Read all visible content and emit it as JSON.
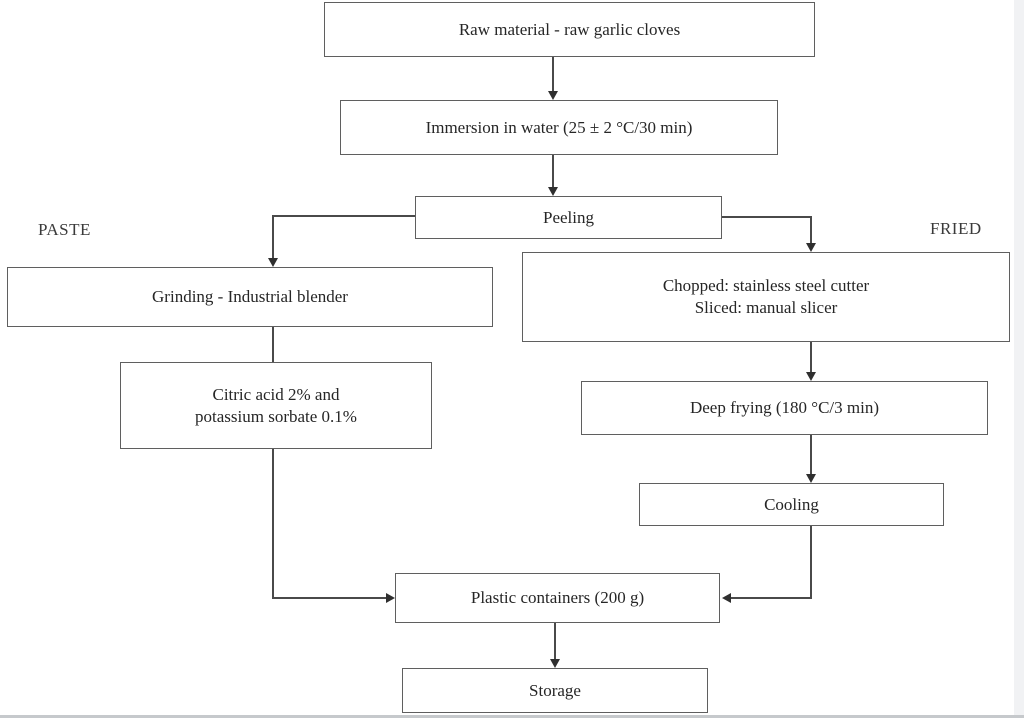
{
  "nodes": {
    "raw": {
      "label": "Raw material - raw garlic cloves"
    },
    "immersion": {
      "label": "Immersion in water (25 ± 2 °C/30 min)"
    },
    "peeling": {
      "label": "Peeling"
    },
    "grinding": {
      "label": "Grinding - Industrial blender"
    },
    "chopped": {
      "label": "Chopped: stainless steel cutter\nSliced: manual slicer"
    },
    "citric": {
      "label": "Citric acid 2% and\npotassium sorbate 0.1%"
    },
    "deep_frying": {
      "label": "Deep frying (180 °C/3 min)"
    },
    "cooling": {
      "label": "Cooling"
    },
    "plastic": {
      "label": "Plastic containers (200 g)"
    },
    "storage": {
      "label": "Storage"
    }
  },
  "branch_labels": {
    "left": "PASTE",
    "right": "FRIED"
  },
  "edges": [
    {
      "from": "raw",
      "to": "immersion"
    },
    {
      "from": "immersion",
      "to": "peeling"
    },
    {
      "from": "peeling",
      "to": "grinding"
    },
    {
      "from": "peeling",
      "to": "chopped"
    },
    {
      "from": "grinding",
      "to": "citric"
    },
    {
      "from": "chopped",
      "to": "deep_frying"
    },
    {
      "from": "deep_frying",
      "to": "cooling"
    },
    {
      "from": "citric",
      "to": "plastic"
    },
    {
      "from": "cooling",
      "to": "plastic"
    },
    {
      "from": "plastic",
      "to": "storage"
    }
  ],
  "colors": {
    "background": "#ffffff",
    "box_border": "#5f5f5f",
    "line": "#4a4a4a",
    "text": "#262626",
    "right_edge_band": "#f1f2f4",
    "bottom_strip": "#c6c9cc"
  }
}
